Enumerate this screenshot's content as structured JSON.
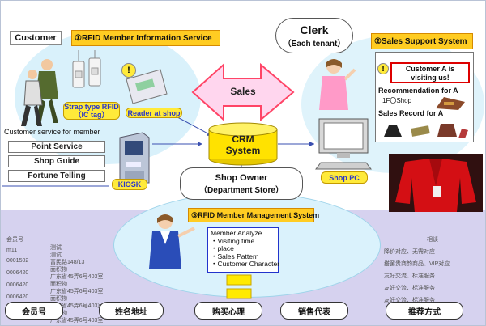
{
  "customer": {
    "label": "Customer",
    "rfid_service": "①RFID Member Information Service",
    "strap_tag": "Strap type RFID（IC tag）",
    "reader": "Reader at shop",
    "alert": "!"
  },
  "member_services": {
    "title": "Customer service for member",
    "items": [
      "Point Service",
      "Shop Guide",
      "Fortune Telling"
    ],
    "kiosk": "KIOSK"
  },
  "sales_arrow": "Sales",
  "crm": "CRM System",
  "owner": {
    "line1": "Shop Owner",
    "line2": "（Department Store）"
  },
  "clerk": {
    "title": "Clerk",
    "subtitle": "（Each tenant）",
    "sales_support": "②Sales Support System",
    "alert": "!",
    "visiting": "Customer A is visiting us!",
    "recommendation": "Recommendation for A",
    "shop_floor": "1F〇Shop",
    "sales_record": "Sales Record for A",
    "shop_pc": "Shop PC"
  },
  "management": {
    "title": "③RFID Member Management System",
    "analyze_title": "Member Analyze",
    "analyze_items": [
      "・Visiting time",
      "・place",
      "・Sales Pattern",
      "・Customer Character"
    ]
  },
  "chinese_left": [
    "会员号",
    "m11",
    "0001502",
    "0006420",
    "0006420",
    "0006420",
    "0006420"
  ],
  "chinese_mid": [
    "测试",
    "测试",
    "富民路148/13",
    "面积物",
    "广东省45弄6号403室",
    "面积物",
    "广东省45弄6号403室",
    "面积物",
    "广东省45弄6号403室",
    "面积物",
    "广东省45弄6号403室"
  ],
  "chinese_right": [
    "相谈",
    "降价对应、无需对应",
    "搭罢贵商韵商品、VIP对应",
    "友好交流、标准服务",
    "友好交流、标准服务",
    "友好交流、标准服务"
  ],
  "bottom_buttons": [
    "会员号",
    "姓名地址",
    "购买心理",
    "销售代表",
    "推荐方式"
  ],
  "colors": {
    "orange_tag": "#ffcc22",
    "yellow_tag": "#ffea3a",
    "band": "#d6d2ef",
    "ellipse": "#d9f1fb",
    "arrow": "#ff4466"
  }
}
